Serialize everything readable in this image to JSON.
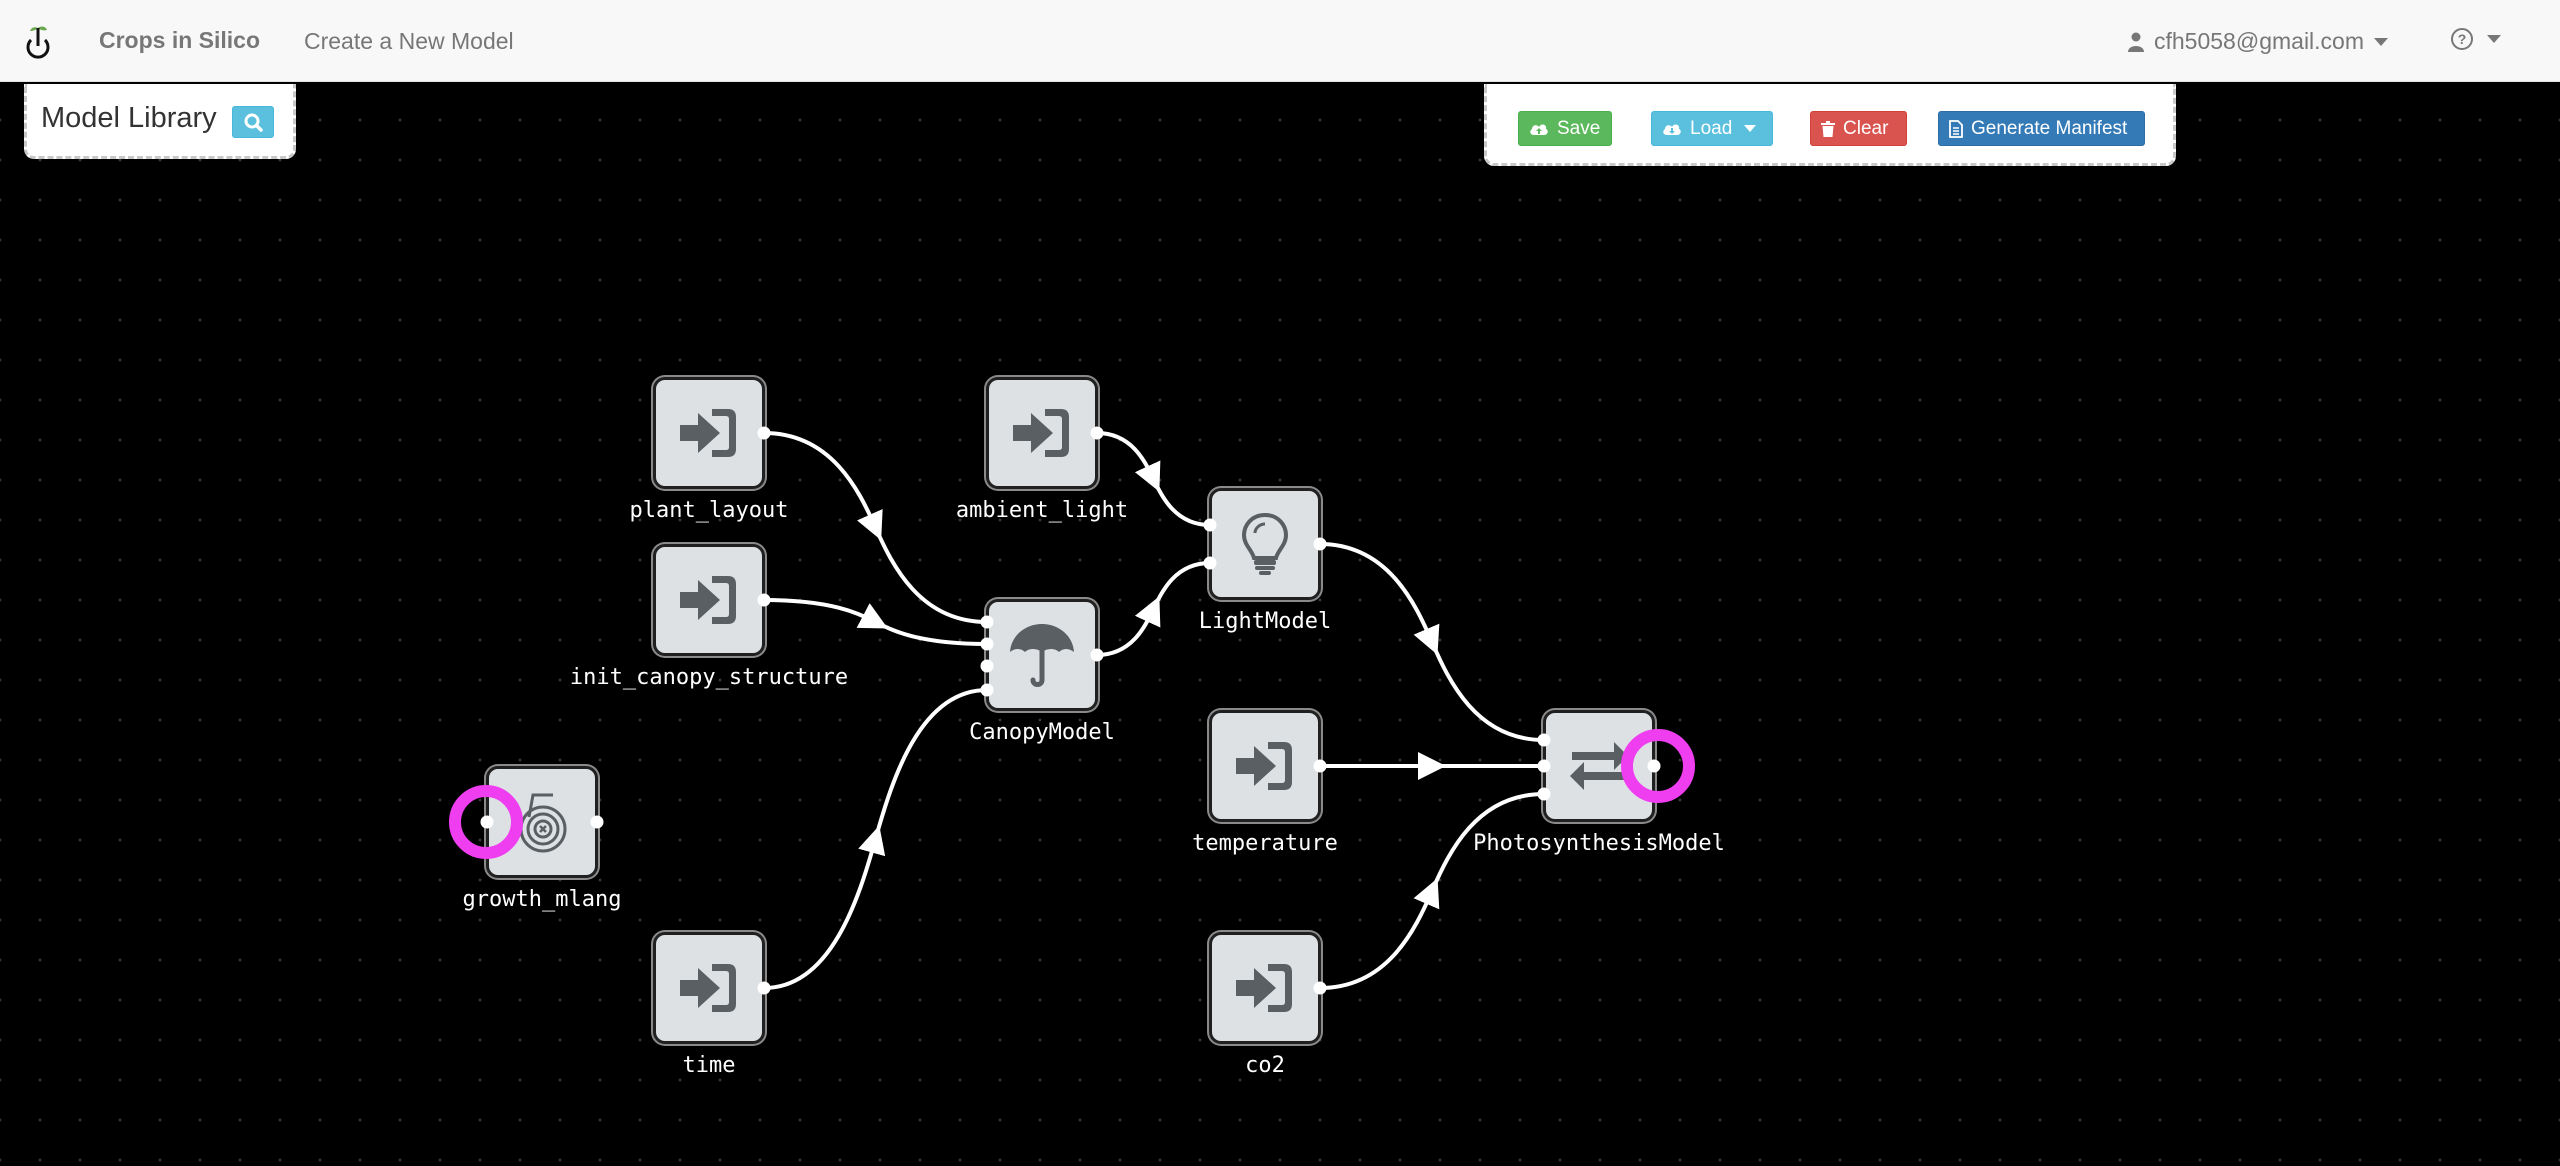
{
  "navbar": {
    "brand": "Crops in Silico",
    "create_link": "Create a New Model",
    "user_email": "cfh5058@gmail.com",
    "help_label": "?"
  },
  "library": {
    "title": "Model Library"
  },
  "toolbar": {
    "save_label": "Save",
    "load_label": "Load",
    "clear_label": "Clear",
    "generate_label": "Generate Manifest"
  },
  "colors": {
    "highlight": "#ef3ef0",
    "node_fill": "#dde1e4",
    "edge": "#ffffff"
  },
  "nodes": [
    {
      "id": "plant_layout",
      "label": "plant_layout",
      "icon": "sign-in-icon"
    },
    {
      "id": "ambient_light",
      "label": "ambient_light",
      "icon": "sign-in-icon"
    },
    {
      "id": "init_canopy_structure",
      "label": "init_canopy_structure",
      "icon": "sign-in-icon"
    },
    {
      "id": "LightModel",
      "label": "LightModel",
      "icon": "lightbulb-icon"
    },
    {
      "id": "CanopyModel",
      "label": "CanopyModel",
      "icon": "umbrella-icon"
    },
    {
      "id": "temperature",
      "label": "temperature",
      "icon": "sign-in-icon"
    },
    {
      "id": "PhotosynthesisModel",
      "label": "PhotosynthesisModel",
      "icon": "exchange-icon"
    },
    {
      "id": "growth_mlang",
      "label": "growth_mlang",
      "icon": "growth-spiral-icon"
    },
    {
      "id": "time",
      "label": "time",
      "icon": "sign-in-icon"
    },
    {
      "id": "co2",
      "label": "co2",
      "icon": "sign-in-icon"
    }
  ],
  "edges": [
    {
      "from": "plant_layout",
      "to": "CanopyModel"
    },
    {
      "from": "init_canopy_structure",
      "to": "CanopyModel"
    },
    {
      "from": "time",
      "to": "CanopyModel"
    },
    {
      "from": "ambient_light",
      "to": "LightModel"
    },
    {
      "from": "CanopyModel",
      "to": "LightModel"
    },
    {
      "from": "LightModel",
      "to": "PhotosynthesisModel"
    },
    {
      "from": "temperature",
      "to": "PhotosynthesisModel"
    },
    {
      "from": "co2",
      "to": "PhotosynthesisModel"
    }
  ],
  "highlighted_ports": [
    "growth_mlang",
    "PhotosynthesisModel"
  ]
}
